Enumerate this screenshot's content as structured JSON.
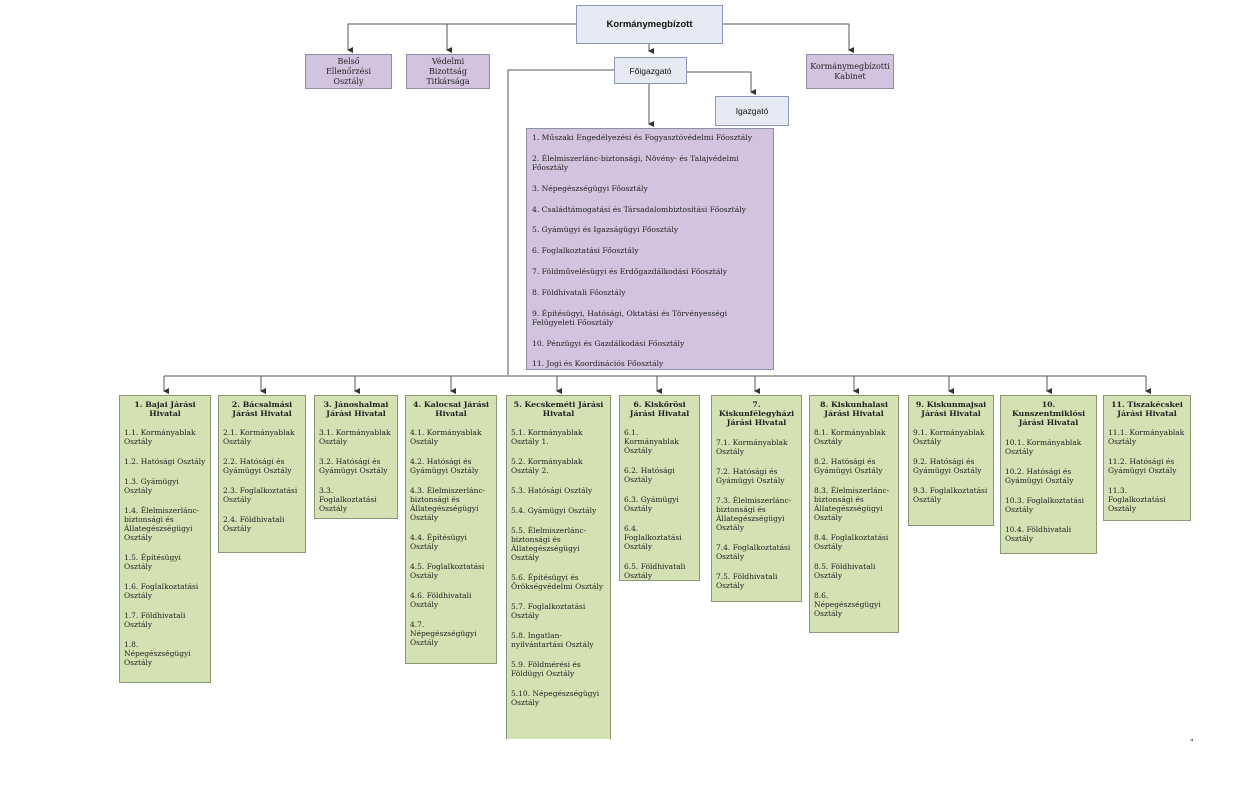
{
  "top": {
    "title": "Kormánymegbízott",
    "left_boxes": [
      "Belső Ellenőrzési Osztály",
      "Védelmi Bizottság Titkársága"
    ],
    "right_box": "Kormánymegbízotti Kabinet"
  },
  "mid": {
    "foigazgato": "Főigazgató",
    "igazgato": "Igazgató"
  },
  "departments": [
    "1. Műszaki Engedélyezési és Fogyasztóvédelmi Főosztály",
    "2. Élelmiszerlánc-biztonsági, Növény- és Talajvédelmi Főosztály",
    "3. Népegészségügyi Főosztály",
    "4. Családtámogatási és Társadalombiztosítási Főosztály",
    "5. Gyámügyi és Igazságügyi Főosztály",
    "6. Foglalkoztatási Főosztály",
    "7. Földművelésügyi és Erdőgazdálkodási Főosztály",
    "8. Földhivatali Főosztály",
    "9. Építésügyi, Hatósági, Oktatási és Törvényességi Felügyeleti Főosztály",
    "10. Pénzügyi és Gazdálkodási Főosztály",
    "11. Jogi és Koordinációs Főosztály"
  ],
  "offices": [
    {
      "title": "1. Bajai Járási Hivatal",
      "items": [
        "1.1. Kormányablak Osztály",
        "1.2. Hatósági Osztály",
        "1.3. Gyámügyi Osztály",
        "1.4. Élelmiszerlánc-biztonsági és Állategészségügyi Osztály",
        "1.5. Építésügyi Osztály",
        "1.6. Foglalkoztatási Osztály",
        "1.7. Földhivatali Osztály",
        "1.8. Népegészségügyi Osztály"
      ]
    },
    {
      "title": "2. Bácsalmási Járási Hivatal",
      "items": [
        "2.1. Kormányablak Osztály",
        "2.2. Hatósági és Gyámügyi Osztály",
        "2.3. Foglalkoztatási Osztály",
        "2.4. Földhivatali Osztály"
      ]
    },
    {
      "title": "3. Jánoshalmai Járási Hivatal",
      "items": [
        "3.1. Kormányablak Osztály",
        "3.2. Hatósági és Gyámügyi Osztály",
        "3.3. Foglalkoztatási Osztály"
      ]
    },
    {
      "title": "4. Kalocsai Járási Hivatal",
      "items": [
        "4.1. Kormányablak Osztály",
        "4.2. Hatósági és Gyámügyi Osztály",
        "4.3. Élelmiszerlánc-biztonsági és Állategészségügyi Osztály",
        "4.4. Építésügyi Osztály",
        "4.5. Foglalkoztatási Osztály",
        "4.6. Földhivatali Osztály",
        "4.7. Népegészségügyi Osztály"
      ]
    },
    {
      "title": "5. Kecskeméti Járási Hivatal",
      "items": [
        "5.1. Kormányablak Osztály 1.",
        "5.2. Kormányablak Osztály 2.",
        "5.3. Hatósági Osztály",
        "5.4. Gyámügyi Osztály",
        "5.5. Élelmiszerlánc-biztonsági és Állategészségügyi Osztály",
        "5.6. Építésügyi és Örökségvédelmi Osztály",
        "5.7. Foglalkoztatási Osztály",
        "5.8. Ingatlan-nyilvántartási Osztály",
        "5.9. Földmérési és Földügyi Osztály",
        "5.10. Népegészségügyi Osztály"
      ]
    },
    {
      "title": "6. Kiskőrösi Járási Hivatal",
      "items": [
        "6.1. Kormányablak Osztály",
        "6.2. Hatósági Osztály",
        "6.3. Gyámügyi Osztály",
        "6.4. Foglalkoztatási Osztály",
        "6.5. Földhivatali Osztály"
      ]
    },
    {
      "title": "7. Kiskunfélegyházi Járási Hivatal",
      "items": [
        "7.1. Kormányablak Osztály",
        "7.2. Hatósági és Gyámügyi Osztály",
        "7.3. Élelmiszerlánc-biztonsági és Állategészségügyi Osztály",
        "7.4. Foglalkoztatási Osztály",
        "7.5. Földhivatali Osztály"
      ]
    },
    {
      "title": "8. Kiskunhalasi Járási Hivatal",
      "items": [
        "8.1. Kormányablak Osztály",
        "8.2. Hatósági és Gyámügyi Osztály",
        "8.3. Élelmiszerlánc-biztonsági és Állategészségügyi Osztály",
        "8.4. Foglalkoztatási Osztály",
        "8.5. Földhivatali Osztály",
        "8.6. Népegészségügyi Osztály"
      ]
    },
    {
      "title": "9. Kiskunmajsai Járási Hivatal",
      "items": [
        "9.1. Kormányablak Osztály",
        "9.2. Hatósági és Gyámügyi Osztály",
        "9.3. Foglalkoztatási Osztály"
      ]
    },
    {
      "title": "10. Kunszentmiklósi Járási Hivatal",
      "items": [
        "10.1. Kormányablak Osztály",
        "10.2. Hatósági és Gyámügyi Osztály",
        "10.3. Foglalkoztatási Osztály",
        "10.4. Földhivatali Osztály"
      ]
    },
    {
      "title": "11. Tiszakécskei Járási Hivatal",
      "items": [
        "11.1. Kormányablak Osztály",
        "11.2. Hatósági és Gyámügyi Osztály",
        "11.3. Foglalkoztatási Osztály"
      ]
    }
  ],
  "corner_mark": "\""
}
